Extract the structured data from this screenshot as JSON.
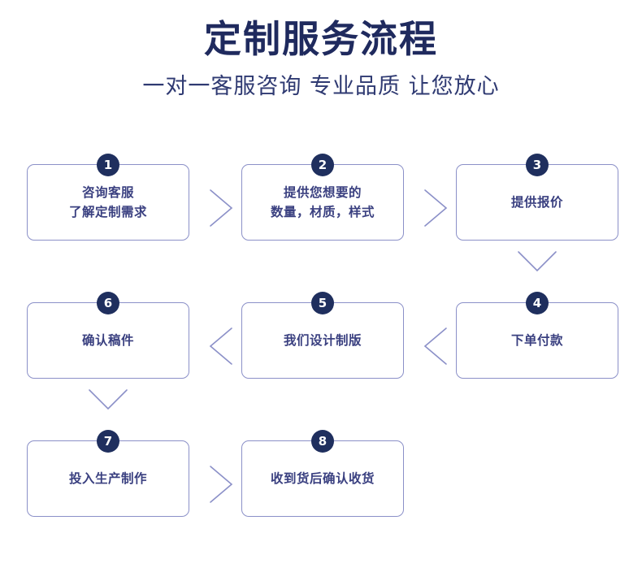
{
  "header": {
    "title": "定制服务流程",
    "subtitle": "一对一客服咨询 专业品质 让您放心"
  },
  "colors": {
    "title": "#1f2a5e",
    "subtitle": "#2f3a72",
    "badge_bg": "#1f2f5e",
    "badge_text": "#ffffff",
    "box_border": "#8b90c8",
    "box_text": "#3a4080",
    "chevron": "#8b90c8",
    "background": "#ffffff"
  },
  "flow": {
    "rows": [
      {
        "direction": "left-to-right",
        "steps": [
          {
            "number": "1",
            "line1": "咨询客服",
            "line2": "了解定制需求"
          },
          {
            "number": "2",
            "line1": "提供您想要的",
            "line2": "数量，材质，样式"
          },
          {
            "number": "3",
            "line1": "提供报价",
            "line2": ""
          }
        ],
        "separators": [
          "chevron-right-icon",
          "chevron-right-icon"
        ]
      },
      {
        "direction": "right-to-left",
        "steps": [
          {
            "number": "6",
            "line1": "确认稿件",
            "line2": ""
          },
          {
            "number": "5",
            "line1": "我们设计制版",
            "line2": ""
          },
          {
            "number": "4",
            "line1": "下单付款",
            "line2": ""
          }
        ],
        "separators": [
          "chevron-left-icon",
          "chevron-left-icon"
        ],
        "incoming_connector": "chevron-down-icon"
      },
      {
        "direction": "left-to-right",
        "steps": [
          {
            "number": "7",
            "line1": "投入生产制作",
            "line2": ""
          },
          {
            "number": "8",
            "line1": "收到货后确认收货",
            "line2": ""
          }
        ],
        "separators": [
          "chevron-right-icon"
        ],
        "incoming_connector": "chevron-down-icon"
      }
    ]
  }
}
